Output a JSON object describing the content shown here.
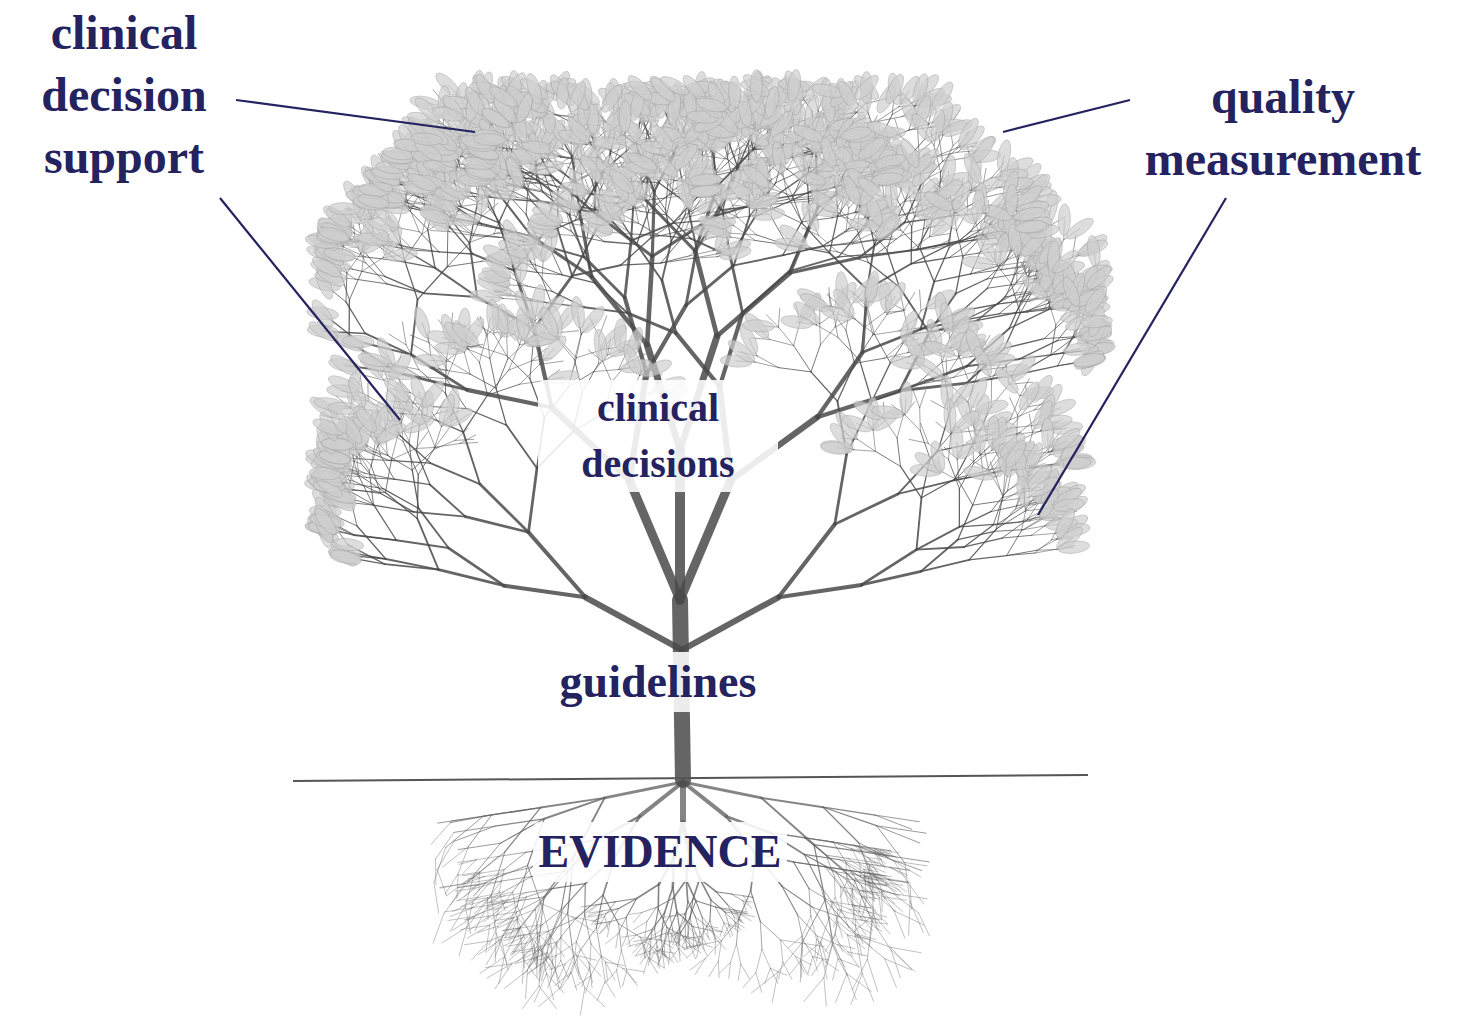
{
  "diagram": {
    "labels": [
      "clinical decision support",
      "quality measurement",
      "clinical decisions",
      "guidelines",
      "EVIDENCE"
    ]
  }
}
